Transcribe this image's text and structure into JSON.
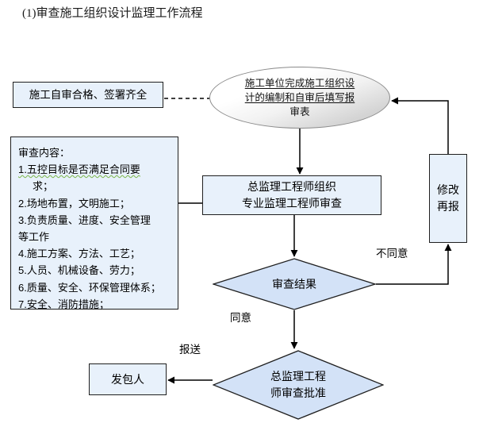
{
  "page": {
    "title": "(1)审查施工组织设计监理工作流程",
    "background_color": "#ffffff"
  },
  "palette": {
    "node_fill": "#e8f1fb",
    "diamond_fill": "#d3e2f7",
    "node_border": "#1f1f1f",
    "ellipse_border": "#8a8a8a",
    "connector": "#000000",
    "spellcheck_underline": "#7ab648"
  },
  "flowchart": {
    "type": "flowchart",
    "nodes": {
      "selfcheck": {
        "shape": "rectangle",
        "label": "施工自审合格、签署齐全"
      },
      "start_ellipse": {
        "shape": "ellipse",
        "line1": "施工单位完成施工组织设",
        "line2": "计的编制和自审后填写报",
        "line3": "审表"
      },
      "review_content": {
        "shape": "rectangle",
        "heading": "审查内容：",
        "items": [
          "1.五控目标是否满足合同要",
          "求；",
          "2.场地布置，文明施工；",
          "3.负责质量、进度、安全管理",
          "等工作",
          "4.施工方案、方法、工艺；",
          "5.人员、机械设备、劳力；",
          "6.质量、安全、环保管理体系；",
          "7.安全、消防措施；"
        ]
      },
      "process_review": {
        "shape": "rectangle",
        "line1": "总监理工程师组织",
        "line2": "专业监理工程师审查"
      },
      "decision_result": {
        "shape": "diamond",
        "label": "审查结果"
      },
      "revise": {
        "shape": "rectangle",
        "line1": "修改",
        "line2": "再报"
      },
      "decision_approve": {
        "shape": "diamond",
        "line1": "总监理工程",
        "line2": "师审查批准"
      },
      "employer": {
        "shape": "rectangle",
        "label": "发包人"
      }
    },
    "edge_labels": {
      "agree": "同意",
      "disagree": "不同意",
      "submit": "报送"
    }
  }
}
